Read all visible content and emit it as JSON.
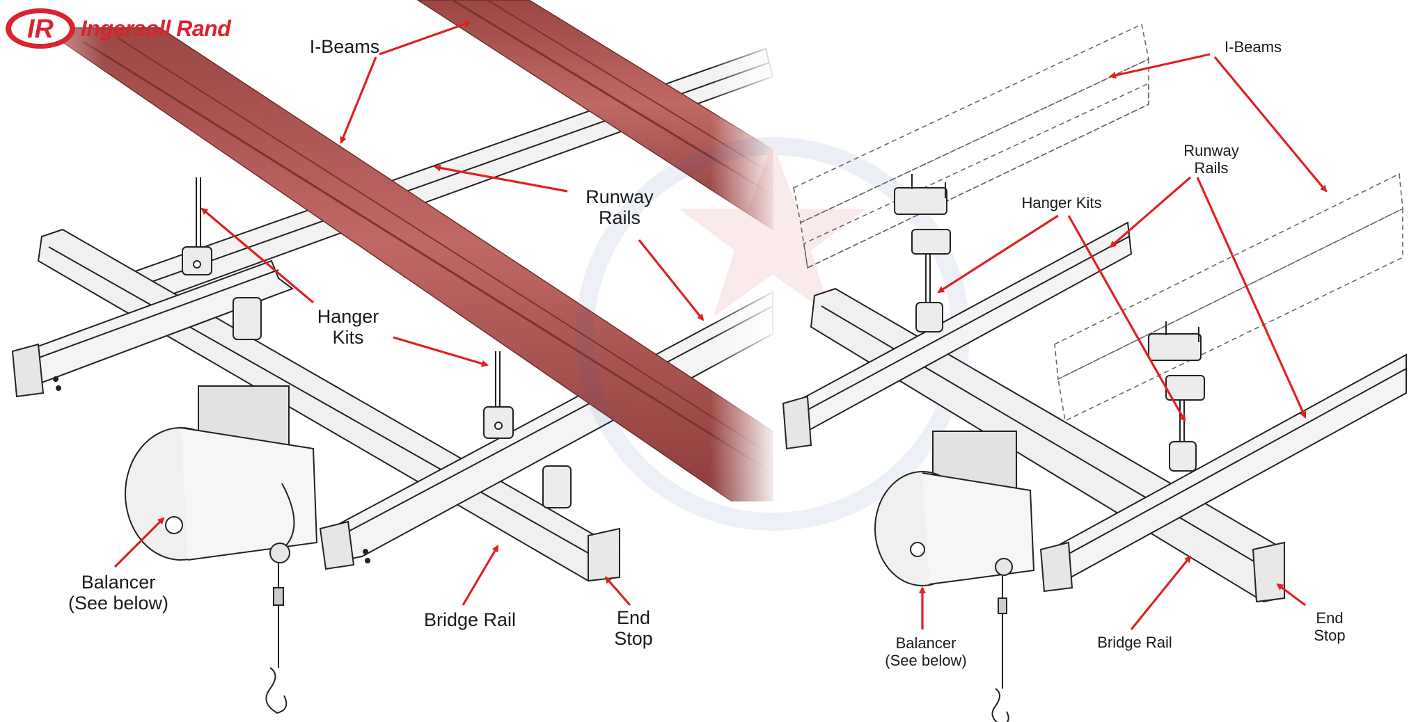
{
  "brand": {
    "logo_mark": "IR",
    "logo_text": "Ingersoll Rand",
    "color": "#d9232e"
  },
  "left_diagram": {
    "ibeam_color": "#b55a57",
    "labels": {
      "ibeams": "I-Beams",
      "runway_rails": "Runway\nRails",
      "hanger_kits": "Hanger\nKits",
      "balancer": "Balancer\n(See below)",
      "bridge_rail": "Bridge Rail",
      "end_stop": "End\nStop"
    }
  },
  "right_diagram": {
    "labels": {
      "ibeams": "I-Beams",
      "runway_rails": "Runway\nRails",
      "hanger_kits": "Hanger Kits",
      "balancer": "Balancer\n(See below)",
      "bridge_rail": "Bridge Rail",
      "end_stop": "End\nStop"
    }
  },
  "colors": {
    "arrow": "#e02020",
    "line": "#222222",
    "rail_fill": "#f2f2f2"
  }
}
